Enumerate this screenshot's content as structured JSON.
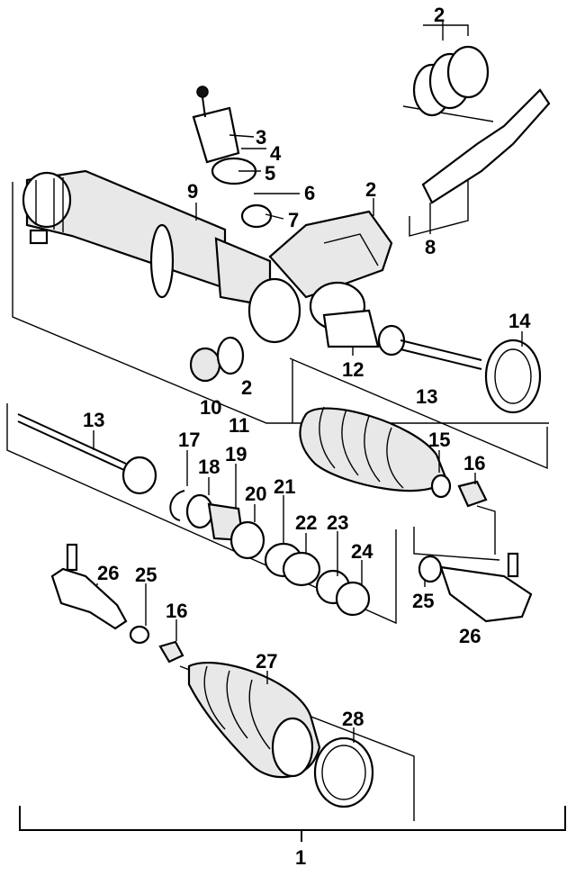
{
  "callouts": {
    "c1": "1",
    "c2a": "2",
    "c2b": "2",
    "c2c": "2",
    "c3": "3",
    "c4": "4",
    "c5": "5",
    "c6": "6",
    "c7": "7",
    "c8": "8",
    "c9": "9",
    "c10": "10",
    "c11": "11",
    "c12": "12",
    "c13a": "13",
    "c13b": "13",
    "c14": "14",
    "c15": "15",
    "c16a": "16",
    "c16b": "16",
    "c17": "17",
    "c18": "18",
    "c19": "19",
    "c20": "20",
    "c21": "21",
    "c22": "22",
    "c23": "23",
    "c24": "24",
    "c25a": "25",
    "c25b": "25",
    "c26a": "26",
    "c26b": "26",
    "c27": "27",
    "c28": "28"
  }
}
